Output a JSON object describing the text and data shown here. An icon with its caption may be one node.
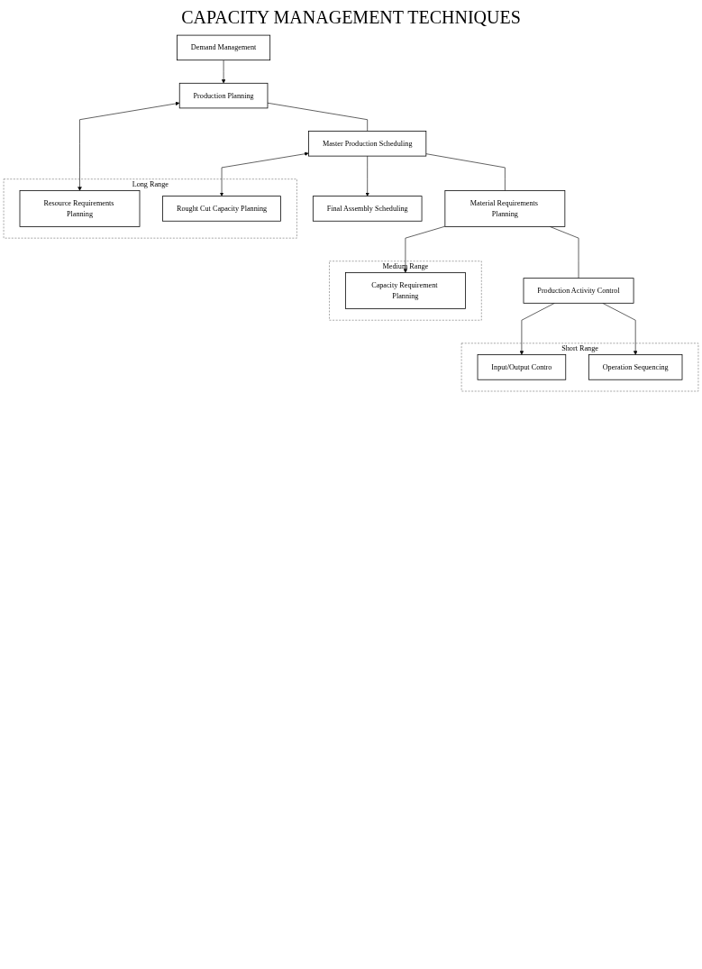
{
  "diagram": {
    "title": "CAPACITY MANAGEMENT TECHNIQUES",
    "nodes": [
      {
        "text": [
          "Demand Management"
        ]
      },
      {
        "text": [
          "Production Planning"
        ]
      },
      {
        "text": [
          "Long Range"
        ]
      },
      {
        "text": [
          "Resource Requirements Planning"
        ],
        "in": 2
      },
      {
        "text": [
          "Final Assembly Scheduling"
        ]
      },
      {
        "text": [
          "Master Production Scheduling"
        ]
      },
      {
        "text": [
          "Rought Cut Capacity Planning"
        ],
        "in": 2
      },
      {
        "text": [
          "Medium Range"
        ]
      },
      {
        "text": [
          "Capacity Requirement Planning"
        ],
        "in": 7
      },
      {
        "text": [
          "Material Requirements Planning"
        ]
      },
      {
        "text": [
          "Short Range"
        ]
      },
      {
        "text": [
          "Input/Output Contro"
        ],
        "in": 10
      },
      {
        "text": [
          "Production Activity Control"
        ]
      },
      {
        "text": [
          "Operation Sequencing"
        ],
        "in": 10
      }
    ],
    "edges": [
      {
        "from": 0,
        "to": 1,
        "arrow": "to"
      },
      {
        "from": 1,
        "to": 3,
        "arrow": "both"
      },
      {
        "from": 1,
        "to": 5,
        "arrow": "none"
      },
      {
        "from": 5,
        "to": 4,
        "arrow": "to"
      },
      {
        "from": 5,
        "to": 6,
        "arrow": "both"
      },
      {
        "from": 5,
        "to": 9,
        "arrow": "none"
      },
      {
        "from": 9,
        "to": 8,
        "arrow": "to"
      },
      {
        "from": 9,
        "to": 12,
        "arrow": "none"
      },
      {
        "from": 12,
        "to": 11,
        "arrow": "to"
      },
      {
        "from": 12,
        "to": 13,
        "arrow": "to"
      }
    ]
  }
}
